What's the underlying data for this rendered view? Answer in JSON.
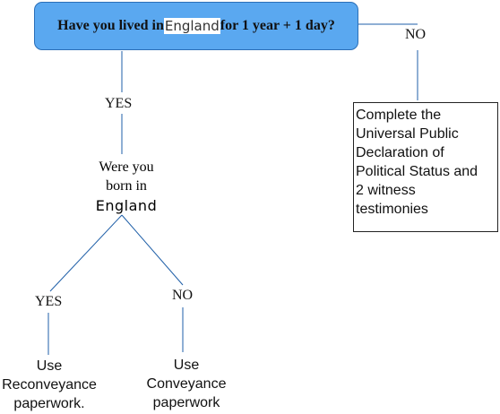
{
  "root_question": {
    "before": "Have you lived in",
    "highlight": "England",
    "after": "for 1 year + 1 day?"
  },
  "branches": {
    "root_yes": "YES",
    "root_no": "NO",
    "born_yes": "YES",
    "born_no": "NO"
  },
  "born_question": {
    "line1": "Were you",
    "line2": "born in",
    "line3": "England"
  },
  "outcomes": {
    "complete": {
      "lines": [
        "Complete the",
        "Universal Public",
        "Declaration of",
        "Political Status and",
        "2 witness",
        "testimonies"
      ]
    },
    "reconveyance": {
      "lines": [
        "Use",
        "Reconveyance",
        "paperwork."
      ]
    },
    "conveyance": {
      "lines": [
        "Use",
        "Conveyance",
        "paperwork"
      ]
    }
  },
  "colors": {
    "root_fill": "#5aa8f0",
    "root_border": "#2b6fb8",
    "connector": "#1f5fa8",
    "box_border": "#222222"
  }
}
